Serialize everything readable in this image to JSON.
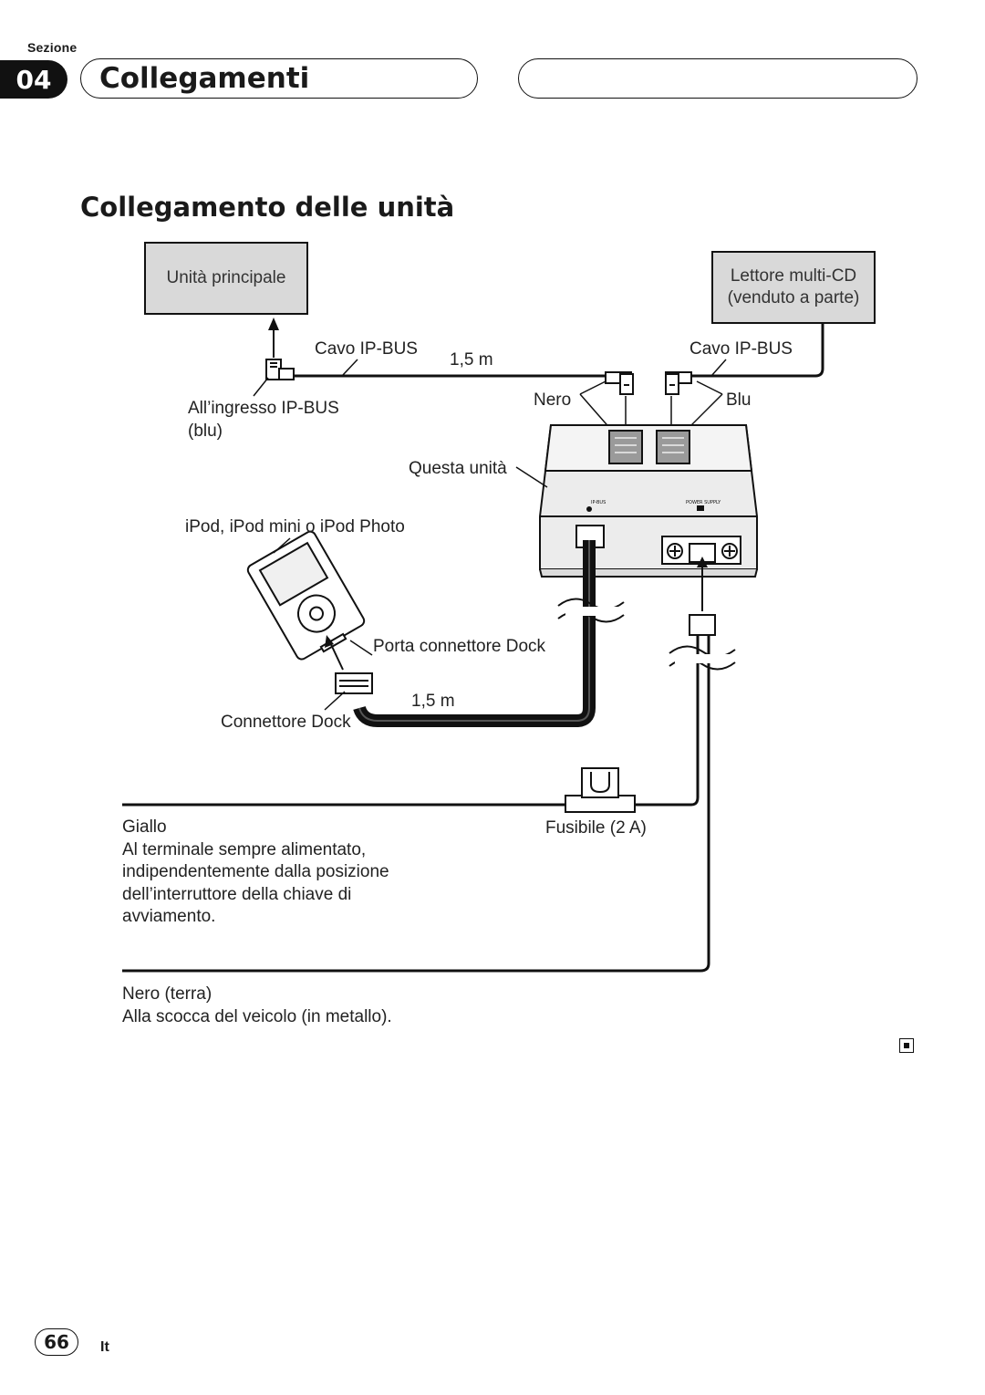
{
  "header": {
    "section_label": "Sezione",
    "section_number": "04",
    "section_title": "Collegamenti"
  },
  "page_title": "Collegamento delle unità",
  "diagram": {
    "main_unit": "Unità principale",
    "cd_player_line1": "Lettore multi-CD",
    "cd_player_line2": "(venduto a parte)",
    "ipbus_cable_left": "Cavo IP-BUS",
    "ipbus_cable_right": "Cavo IP-BUS",
    "cable_length_top": "1,5 m",
    "ipbus_input_line1": "All’ingresso IP-BUS",
    "ipbus_input_line2": "(blu)",
    "nero": "Nero",
    "blu": "Blu",
    "this_unit": "Questa unità",
    "ipod_models": "iPod, iPod mini o iPod Photo",
    "dock_port": "Porta connettore Dock",
    "cable_length_bottom": "1,5 m",
    "dock_connector": "Connettore Dock",
    "fuse": "Fusibile (2 A)",
    "yellow_title": "Giallo",
    "yellow_line1": "Al terminale sempre alimentato,",
    "yellow_line2": "indipendentemente dalla posizione",
    "yellow_line3": "dell’interruttore della chiave di",
    "yellow_line4": "avviamento.",
    "ground_title": "Nero (terra)",
    "ground_desc": "Alla scocca del veicolo (in metallo).",
    "unit_port_ipod": "IP-BUS",
    "unit_port_power": "POWER SUPPLY"
  },
  "footer": {
    "page_number": "66",
    "language": "It"
  },
  "colors": {
    "ink": "#111111",
    "box_fill": "#d9d9d9",
    "unit_fill": "#e6e6e6"
  }
}
